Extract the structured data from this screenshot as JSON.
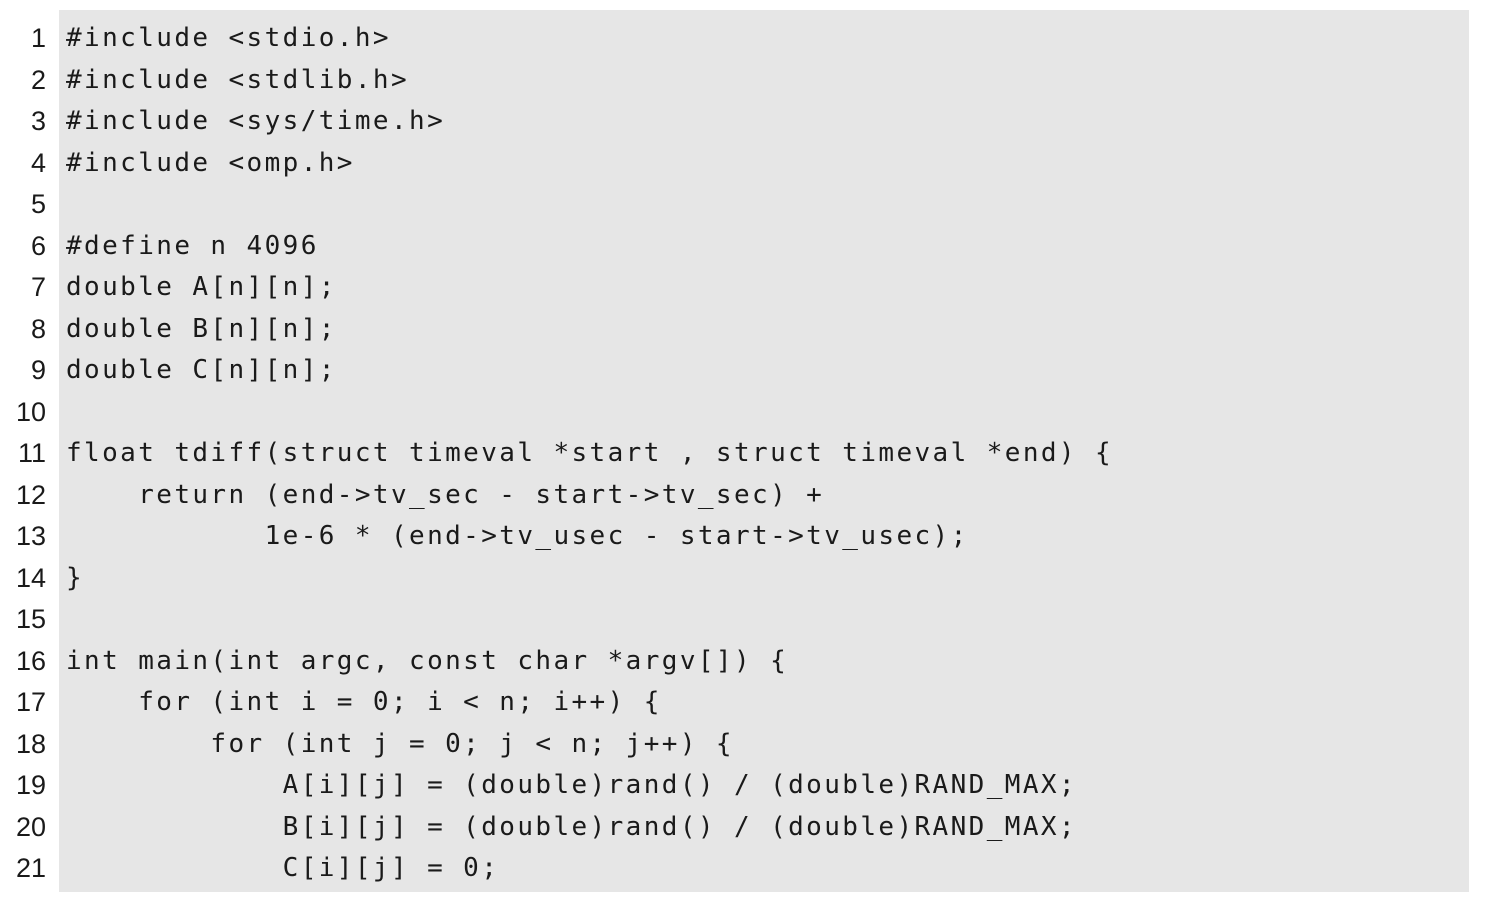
{
  "code_lines": [
    {
      "number": "1",
      "text": "#include <stdio.h>"
    },
    {
      "number": "2",
      "text": "#include <stdlib.h>"
    },
    {
      "number": "3",
      "text": "#include <sys/time.h>"
    },
    {
      "number": "4",
      "text": "#include <omp.h>"
    },
    {
      "number": "5",
      "text": ""
    },
    {
      "number": "6",
      "text": "#define n 4096"
    },
    {
      "number": "7",
      "text": "double A[n][n];"
    },
    {
      "number": "8",
      "text": "double B[n][n];"
    },
    {
      "number": "9",
      "text": "double C[n][n];"
    },
    {
      "number": "10",
      "text": ""
    },
    {
      "number": "11",
      "text": "float tdiff(struct timeval *start , struct timeval *end) {"
    },
    {
      "number": "12",
      "text": "    return (end->tv_sec - start->tv_sec) +"
    },
    {
      "number": "13",
      "text": "           1e-6 * (end->tv_usec - start->tv_usec);"
    },
    {
      "number": "14",
      "text": "}"
    },
    {
      "number": "15",
      "text": ""
    },
    {
      "number": "16",
      "text": "int main(int argc, const char *argv[]) {"
    },
    {
      "number": "17",
      "text": "    for (int i = 0; i < n; i++) {"
    },
    {
      "number": "18",
      "text": "        for (int j = 0; j < n; j++) {"
    },
    {
      "number": "19",
      "text": "            A[i][j] = (double)rand() / (double)RAND_MAX;"
    },
    {
      "number": "20",
      "text": "            B[i][j] = (double)rand() / (double)RAND_MAX;"
    },
    {
      "number": "21",
      "text": "            C[i][j] = 0;"
    }
  ]
}
